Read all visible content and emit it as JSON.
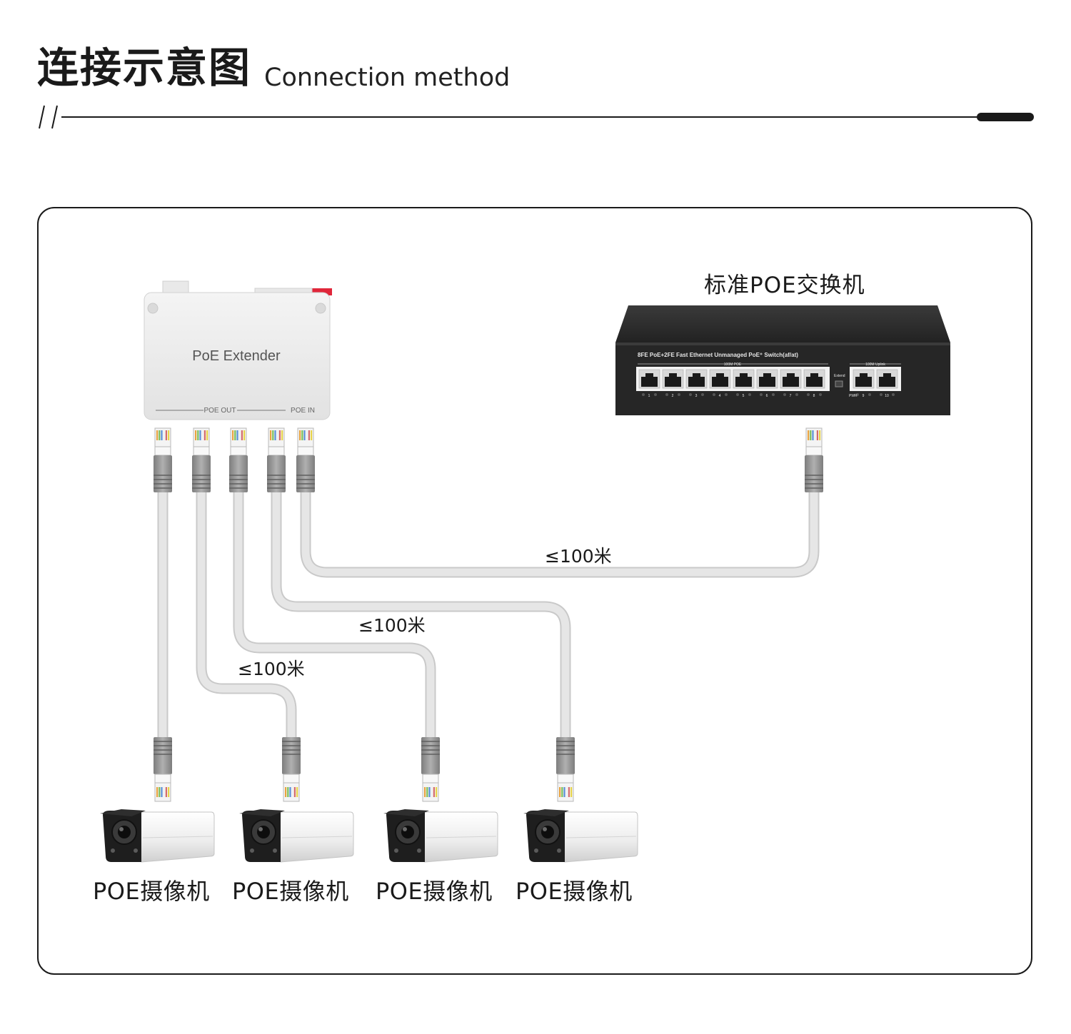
{
  "header": {
    "title_cn": "连接示意图",
    "title_en": "Connection method",
    "slashes": "//"
  },
  "extender": {
    "label": "PoE Extender",
    "out_label": "POE OUT",
    "in_label": "POE IN"
  },
  "switch": {
    "title": "标准POE交换机",
    "model_text": "8FE PoE+2FE Fast Ethernet Unmanaged PoE⁺ Switch(af/at)",
    "group_poe": "100M POE",
    "group_uplink": "100M Uplink",
    "extend_label": "Extend",
    "pwr_label": "PWR",
    "port_numbers": [
      "1",
      "2",
      "3",
      "4",
      "5",
      "6",
      "7",
      "8",
      "9",
      "10"
    ]
  },
  "distances": [
    "≤100米",
    "≤100米",
    "≤100米"
  ],
  "cameras": [
    {
      "label": "POE摄像机"
    },
    {
      "label": "POE摄像机"
    },
    {
      "label": "POE摄像机"
    },
    {
      "label": "POE摄像机"
    }
  ],
  "colors": {
    "cable": "#e4e4e4",
    "cable_edge": "#c9c9c9",
    "connector": "#8e8e8e",
    "switch_body": "#2a2a2a",
    "extender_body": "#ececec",
    "accent_red": "#e0263a"
  }
}
